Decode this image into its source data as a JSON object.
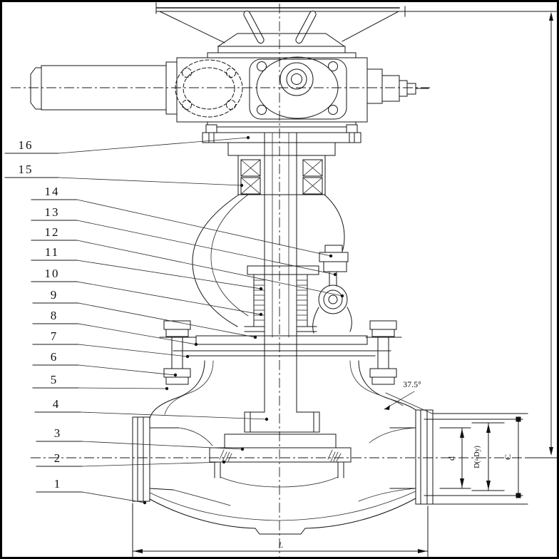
{
  "drawing": {
    "callouts": [
      {
        "label": "16"
      },
      {
        "label": "15"
      },
      {
        "label": "14"
      },
      {
        "label": "13"
      },
      {
        "label": "12"
      },
      {
        "label": "11"
      },
      {
        "label": "10"
      },
      {
        "label": "9"
      },
      {
        "label": "8"
      },
      {
        "label": "7"
      },
      {
        "label": "6"
      },
      {
        "label": "5"
      },
      {
        "label": "4"
      },
      {
        "label": "3"
      },
      {
        "label": "2"
      },
      {
        "label": "1"
      }
    ],
    "dimensions": {
      "angle": "37.5°",
      "bore_diameter": "d",
      "mid_diameter": "D(≈Dy)",
      "flange_dim": "C",
      "face_to_face": "L"
    }
  }
}
